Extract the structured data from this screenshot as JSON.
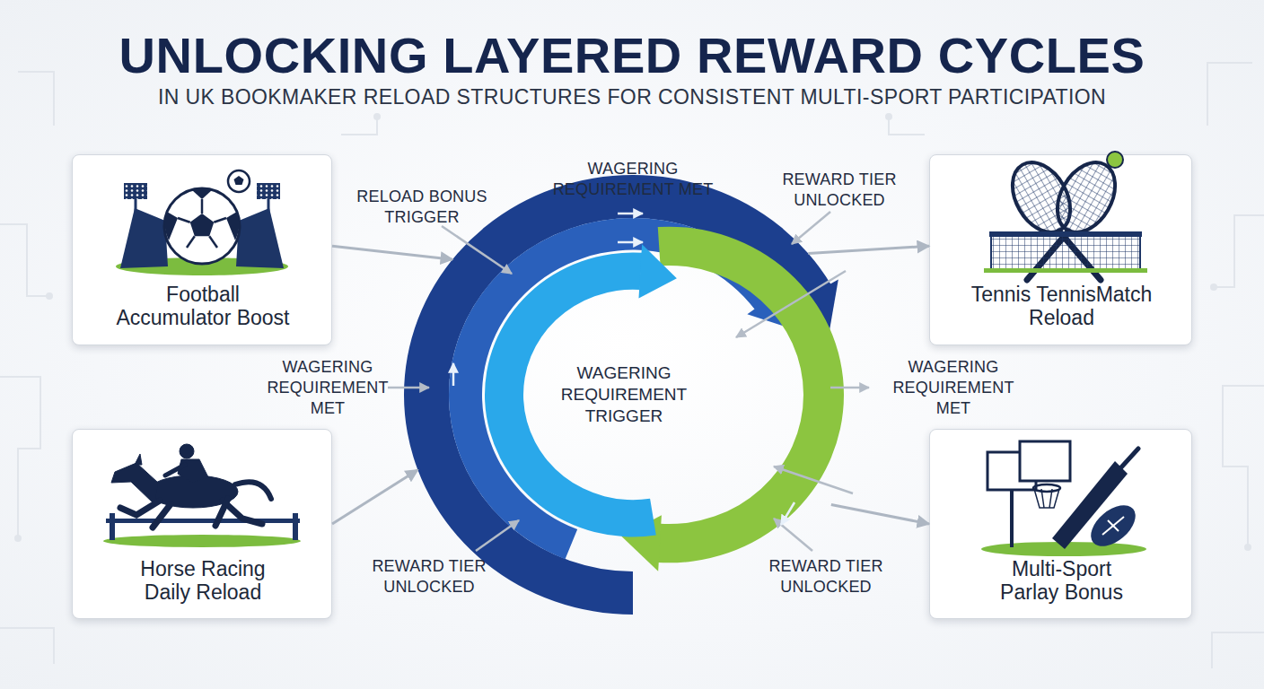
{
  "diagram": {
    "title": "UNLOCKING LAYERED REWARD CYCLES",
    "nodes": [
      {
        "text": [
          "Football Accumulator Boost"
        ]
      },
      {
        "text": [
          "Tennis TennisMatch Reload"
        ]
      },
      {
        "text": [
          "WAGERING REQUIREMENT TRIGGER"
        ]
      },
      {
        "text": [
          "Horse Racing Daily Reload"
        ]
      },
      {
        "text": [
          "Multi-Sport Parlay Bonus"
        ]
      }
    ],
    "edges": [
      {
        "from": 0,
        "to": 2,
        "arrow": "to"
      },
      {
        "from": 2,
        "to": 1,
        "arrow": "to"
      },
      {
        "from": 3,
        "to": 2,
        "arrow": "to"
      },
      {
        "from": 2,
        "to": 4,
        "arrow": "to"
      }
    ],
    "labels": [
      "IN UK BOOKMAKER RELOAD STRUCTURES FOR CONSISTENT MULTI-SPORT PARTICIPATION",
      "RELOAD BONUS TRIGGER",
      "WAGERING REQUIREMENT MET",
      "REWARD TIER UNLOCKED",
      "WAGERING REQUIREMENT MET",
      "WAGERING REQUIREMENT MET",
      "REWARD TIER UNLOCKED",
      "REWARD TIER UNLOCKED"
    ]
  }
}
